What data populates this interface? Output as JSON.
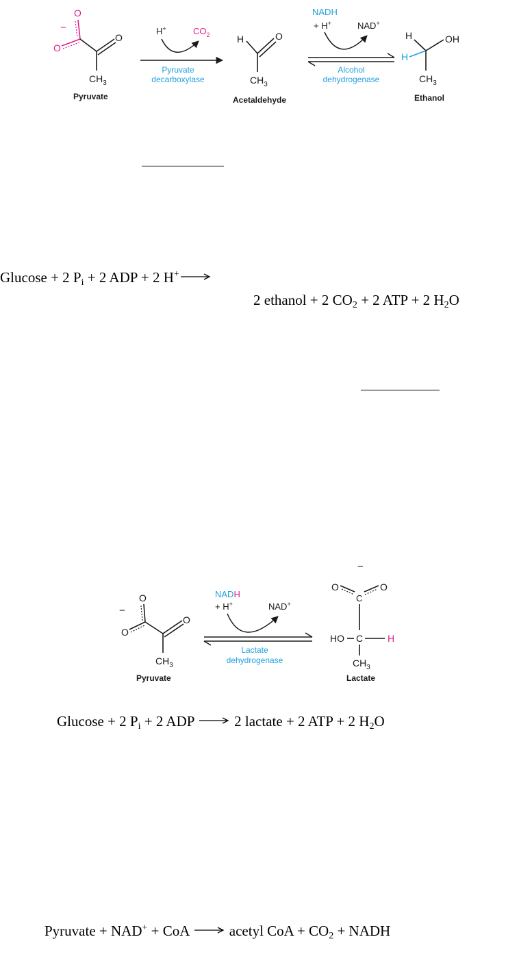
{
  "colors": {
    "magenta": "#e0208a",
    "blue": "#1fa0e0",
    "black": "#1a1a1a"
  },
  "alcoholic_fermentation": {
    "pyruvate": {
      "label": "Pyruvate",
      "charge": "−",
      "o_top": "O",
      "o_left": "O",
      "o_ketone": "O",
      "ch3": "CH",
      "ch3_sub": "3"
    },
    "step1": {
      "h_plus": "H",
      "h_plus_sup": "+",
      "co2": "CO",
      "co2_sub": "2",
      "enzyme_line1": "Pyruvate",
      "enzyme_line2": "decarboxylase"
    },
    "acetaldehyde": {
      "label": "Acetaldehyde",
      "h": "H",
      "o": "O",
      "ch3": "CH",
      "ch3_sub": "3"
    },
    "step2": {
      "nadh": "NADH",
      "plus_h": "+  H",
      "plus_h_sup": "+",
      "nad": "NAD",
      "nad_sup": "+",
      "enzyme_line1": "Alcohol",
      "enzyme_line2": "dehydrogenase"
    },
    "ethanol": {
      "label": "Ethanol",
      "h_top": "H",
      "oh": "OH",
      "h_new": "H",
      "ch3": "CH",
      "ch3_sub": "3"
    }
  },
  "equation_ethanol": {
    "left": {
      "a": "Glucose + 2 P",
      "a_sub": "i",
      "b": " + 2 ADP + 2 H",
      "b_sup": "+"
    },
    "right": {
      "a": "2 ethanol + 2 CO",
      "a_sub": "2",
      "b": " + 2 ATP + 2 H",
      "b_sub": "2",
      "c": "O"
    }
  },
  "lactic_fermentation": {
    "pyruvate": {
      "label": "Pyruvate",
      "charge": "−",
      "o_top": "O",
      "o_left": "O",
      "o_ketone": "O",
      "ch3": "CH",
      "ch3_sub": "3"
    },
    "step": {
      "nad": "NAD",
      "nad_h": "H",
      "plus_h": "+  H",
      "plus_h_sup": "+",
      "nad_plus": "NAD",
      "nad_plus_sup": "+",
      "enzyme_line1": "Lactate",
      "enzyme_line2": "dehydrogenase"
    },
    "lactate": {
      "label": "Lactate",
      "charge": "−",
      "o_left": "O",
      "o_right": "O",
      "c_top": "C",
      "ho": "HO",
      "c_mid": "C",
      "h_new": "H",
      "ch3": "CH",
      "ch3_sub": "3"
    }
  },
  "equation_lactate": {
    "a": "Glucose + 2 P",
    "a_sub": "i",
    "b": " + 2 ADP ",
    "c": " 2 lactate + 2 ATP + 2 H",
    "c_sub": "2",
    "d": "O"
  },
  "equation_acetylcoa": {
    "a": "Pyruvate + NAD",
    "a_sup": "+",
    "b": " + CoA ",
    "c": " acetyl CoA + CO",
    "c_sub": "2",
    "d": " + NADH"
  }
}
